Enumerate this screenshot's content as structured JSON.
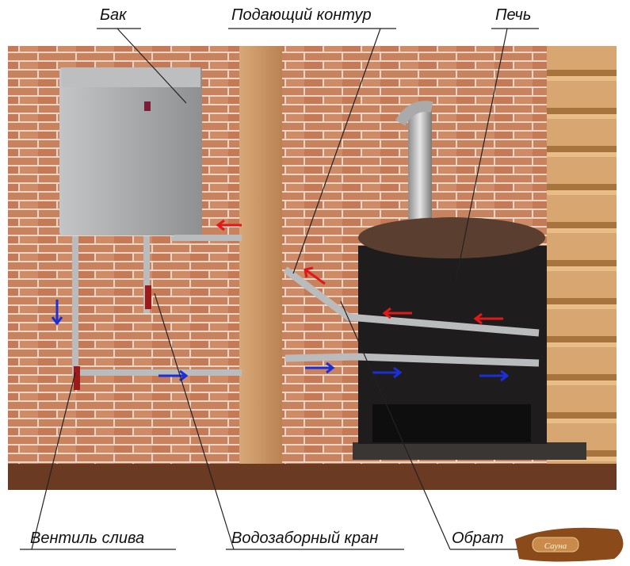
{
  "labels": {
    "tank": "Бак",
    "supply_circuit": "Подающий контур",
    "stove": "Печь",
    "drain_valve": "Вентиль слива",
    "water_tap": "Водозаборный кран",
    "return_circuit": "Обрат"
  },
  "logo": {
    "text": "Сауна"
  },
  "colors": {
    "hot_arrow": "#e01818",
    "cold_arrow": "#1a2fd6",
    "brick": "#c9825e",
    "stove": "#1e1c1c",
    "tank": "#a9aaab"
  }
}
